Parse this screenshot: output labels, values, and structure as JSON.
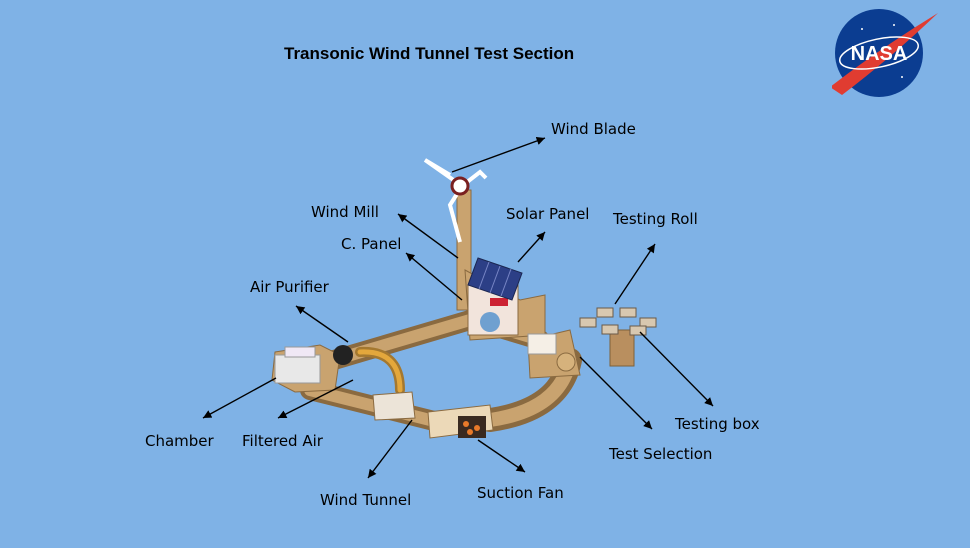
{
  "title": "Transonic Wind Tunnel Test Section",
  "logo": {
    "text": "NASA",
    "icon": "nasa-meatball-logo",
    "color_blue": "#0b3d91",
    "color_red": "#e03c31"
  },
  "labels": {
    "wind_blade": "Wind Blade",
    "wind_mill": "Wind Mill",
    "solar_panel": "Solar Panel",
    "testing_roll": "Testing Roll",
    "c_panel": "C. Panel",
    "air_purifier": "Air Purifier",
    "chamber": "Chamber",
    "filtered_air": "Filtered Air",
    "wind_tunnel": "Wind Tunnel",
    "suction_fan": "Suction Fan",
    "test_selection": "Test Selection",
    "testing_box": "Testing box"
  },
  "colors": {
    "background": "#7fb2e6",
    "pipe": "#b08a58",
    "panel": "#2c3f86"
  }
}
